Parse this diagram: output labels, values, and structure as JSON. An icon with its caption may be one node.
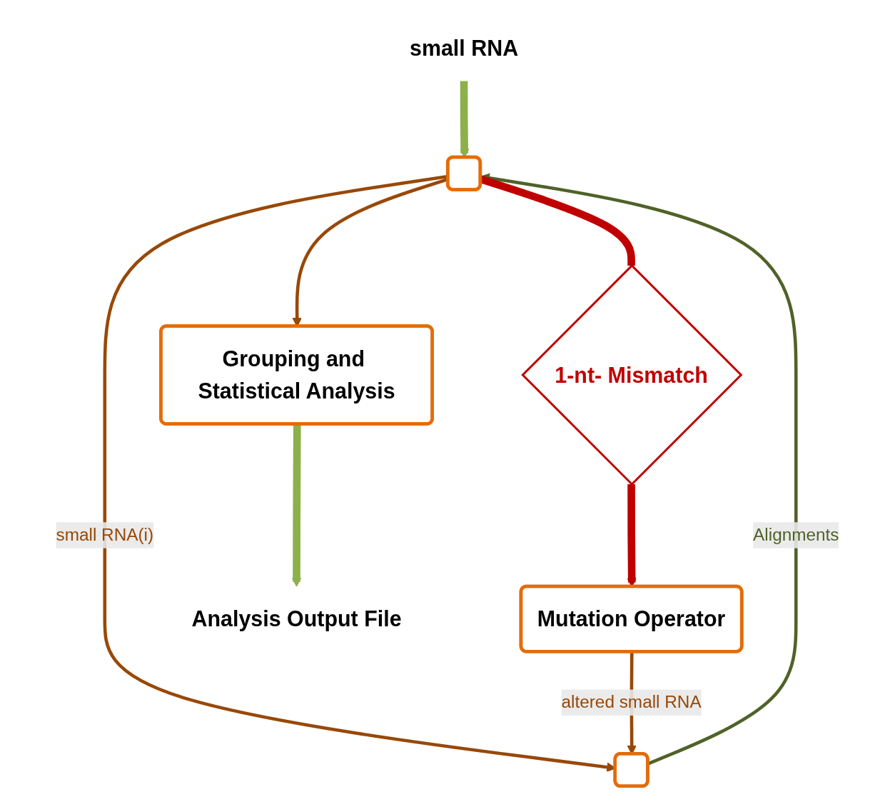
{
  "diagram": {
    "nodes": [
      {
        "text": [
          "small RNA"
        ]
      },
      {
        "text": [],
        "shape": "box"
      },
      {
        "text": [],
        "shape": "box"
      },
      {
        "text": [
          "1-nt- Mismatch"
        ]
      },
      {
        "text": [
          "Grouping and Statistical Analysis"
        ]
      },
      {
        "text": [
          "Mutation Operator"
        ]
      },
      {
        "text": [
          "Analysis Output File"
        ]
      }
    ],
    "edges": [
      {
        "from": 0,
        "to": 1,
        "arrow": "to",
        "style": "thick",
        "color": "#8db04b"
      },
      {
        "from": 1,
        "to": 2,
        "arrow": "to",
        "label": "small RNA(i)"
      },
      {
        "from": 2,
        "to": 1,
        "arrow": "to",
        "label": "Alignments",
        "color": "#4f6228"
      },
      {
        "from": 1,
        "to": 4,
        "arrow": "to"
      },
      {
        "from": 1,
        "to": 3,
        "arrow": "none",
        "style": "thick",
        "color": "#c00000"
      },
      {
        "from": 3,
        "to": 5,
        "arrow": "to",
        "style": "thick",
        "color": "#c00000"
      },
      {
        "from": 5,
        "to": 2,
        "arrow": "to",
        "label": "altered small RNA"
      },
      {
        "from": 4,
        "to": 6,
        "arrow": "to",
        "style": "thick",
        "color": "#8db04b"
      }
    ]
  }
}
